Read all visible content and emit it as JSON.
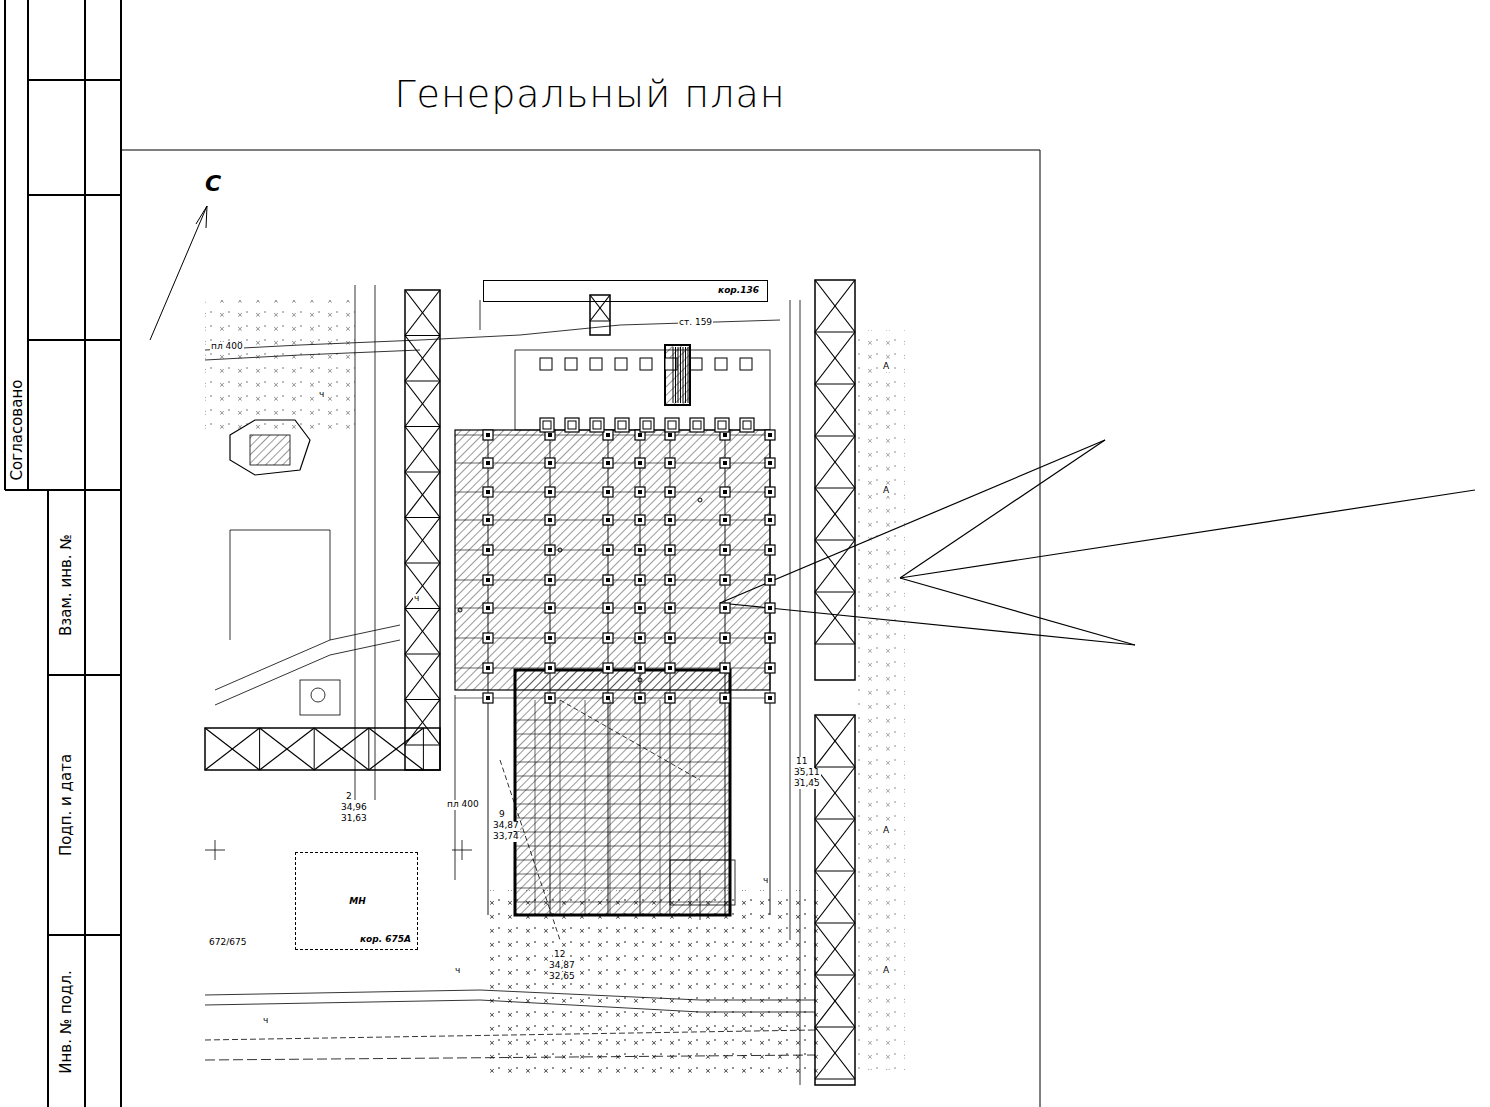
{
  "diagram": {
    "title": "Генеральный план",
    "nodes": [
      {
        "text": [
          "кор.136"
        ]
      },
      {
        "text": [
          "МН",
          "кор. 675А"
        ]
      }
    ],
    "labels": [
      "С",
      "Согласовано",
      "Взам. инв. №",
      "Подп. и дата",
      "Инв. № подл.",
      "ст. 159",
      "пл 400",
      "ч",
      "ч",
      "ч",
      "ч",
      "ч",
      "А",
      "А",
      "А",
      "А",
      "12",
      "34,87",
      "32,65",
      "11",
      "35,11",
      "31,45",
      "9",
      "34,87",
      "33,74",
      "2",
      "34,96",
      "31,63",
      "672/675",
      "пл 400"
    ]
  }
}
